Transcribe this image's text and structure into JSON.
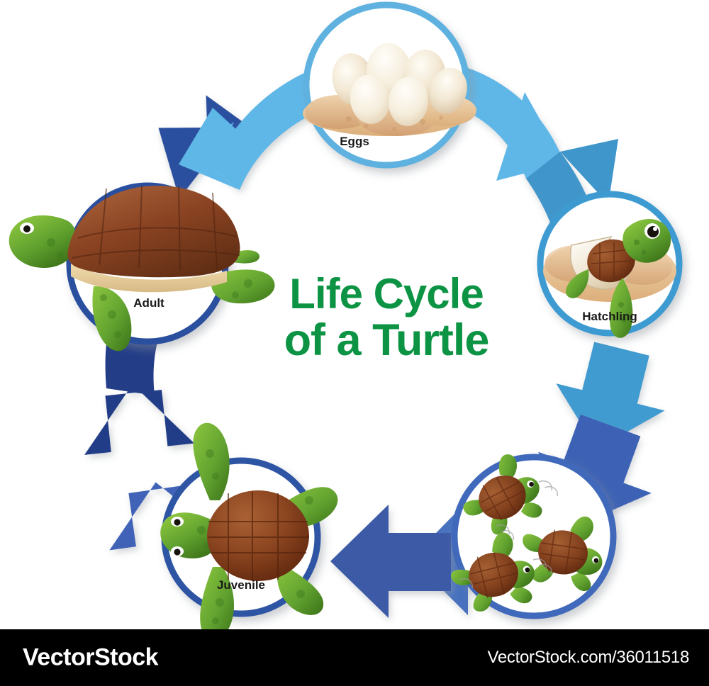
{
  "title": {
    "line1": "Life Cycle",
    "line2": "of a Turtle",
    "color": "#0C9444"
  },
  "stages": [
    {
      "id": "eggs",
      "label": "Eggs",
      "order": 1,
      "ring_color": "#5FB2E0",
      "icon": "turtle-eggs-in-sand-nest-icon",
      "position": "top"
    },
    {
      "id": "hatchling",
      "label": "Hatchling",
      "order": 2,
      "ring_color": "#3D9BD2",
      "icon": "hatchling-turtle-emerging-from-egg-icon",
      "position": "right"
    },
    {
      "id": "hatchlings-swimming",
      "label": "",
      "order": 3,
      "ring_color": "#4069BB",
      "icon": "three-baby-turtles-swimming-icon",
      "position": "bottom-right"
    },
    {
      "id": "juvenile",
      "label": "Juvenile",
      "order": 4,
      "ring_color": "#2F55A4",
      "icon": "juvenile-turtle-top-view-icon",
      "position": "bottom-left"
    },
    {
      "id": "adult",
      "label": "Adult",
      "order": 5,
      "ring_color": "#2B4F9E",
      "icon": "adult-sea-turtle-side-view-icon",
      "position": "left"
    }
  ],
  "arrows": [
    {
      "id": "arrow-adult-to-eggs",
      "from": "adult",
      "to": "eggs",
      "color": "#5FB7E8",
      "shade": "#4FA7DD",
      "name": "arrow-adult-to-eggs"
    },
    {
      "id": "arrow-eggs-to-hatchling",
      "from": "eggs",
      "to": "hatchling",
      "color": "#5FB7E8",
      "shade": "#3F96CB",
      "name": "arrow-eggs-to-hatchling"
    },
    {
      "id": "arrow-hatchling-to-swimming",
      "from": "hatchling",
      "to": "hatchlings-swimming",
      "color": "#419BD0",
      "shade": "#3E62B5",
      "name": "arrow-hatchling-to-swimming"
    },
    {
      "id": "arrow-swimming-to-juvenile",
      "from": "hatchlings-swimming",
      "to": "juvenile",
      "color": "#4771BE",
      "shade": "#3C5AA6",
      "name": "arrow-swimming-to-juvenile"
    },
    {
      "id": "arrow-juvenile-to-adult",
      "from": "juvenile",
      "to": "adult",
      "color": "#4063B8",
      "shade": "#233D87",
      "name": "arrow-juvenile-to-adult"
    }
  ],
  "watermark": {
    "brand": "VectorStock",
    "url": "VectorStock.com/36011518",
    "background": "#000000",
    "text_color": "#FFFFFF"
  },
  "palette": {
    "light_blue": "#5FB7E8",
    "mid_blue": "#419BD0",
    "royal_blue": "#4069BB",
    "navy_blue": "#2B4F9E",
    "dark_navy": "#233D87",
    "green_title": "#0C9444",
    "shell_brown": "#8B4A26",
    "shell_brown_dark": "#6B3418",
    "turtle_green": "#6FB02F",
    "turtle_green_dark": "#3E7A1E",
    "egg_cream": "#F3EAD6",
    "sand": "#E8C49A"
  }
}
